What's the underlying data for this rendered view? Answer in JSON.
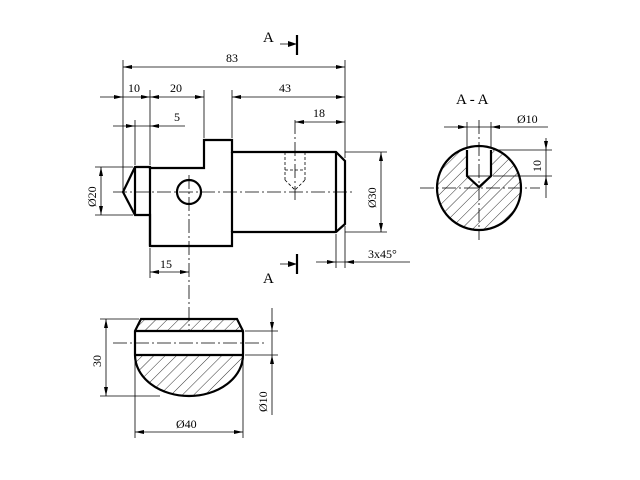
{
  "drawing": {
    "section_marks": {
      "top": "A",
      "bottom": "A"
    },
    "section_title": "A - A",
    "dimensions": {
      "overall_length": "83",
      "tip_length": "10",
      "step_length": "20",
      "chamfer_offset": "5",
      "body_length": "43",
      "hole_position": "18",
      "hole_offset": "15",
      "tip_diameter": "Ø20",
      "body_diameter": "Ø30",
      "chamfer": "3x45°",
      "section_hole_dia": "Ø10",
      "section_hole_depth": "10",
      "end_height": "30",
      "end_diameter": "Ø40",
      "end_hole_dia": "Ø10"
    }
  }
}
